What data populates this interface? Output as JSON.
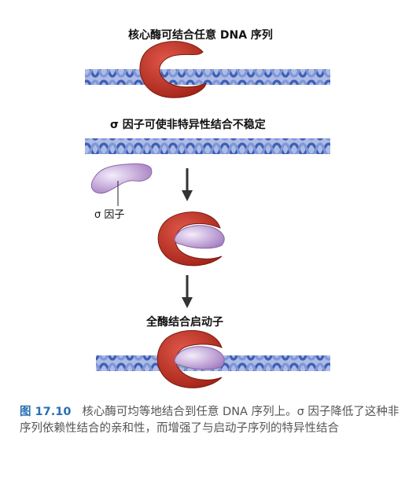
{
  "labels": {
    "core_enzyme": "核心酶可结合任意 DNA 序列",
    "sigma_destabilizes": "σ 因子可使非特异性结合不稳定",
    "sigma_factor": "σ 因子",
    "holoenzyme": "全酶结合启动子"
  },
  "caption": {
    "figure_number": "图 17.10",
    "text": "核心酶可均等地结合到任意 DNA 序列上。σ 因子降低了这种非序列依赖性结合的亲和性，而增强了与启动子序列的特异性结合"
  },
  "colors": {
    "dna": "#5f7fcc",
    "enzyme": "#c23a2a",
    "sigma": "#c2a2d8",
    "caption_number": "#2a6fb0"
  }
}
